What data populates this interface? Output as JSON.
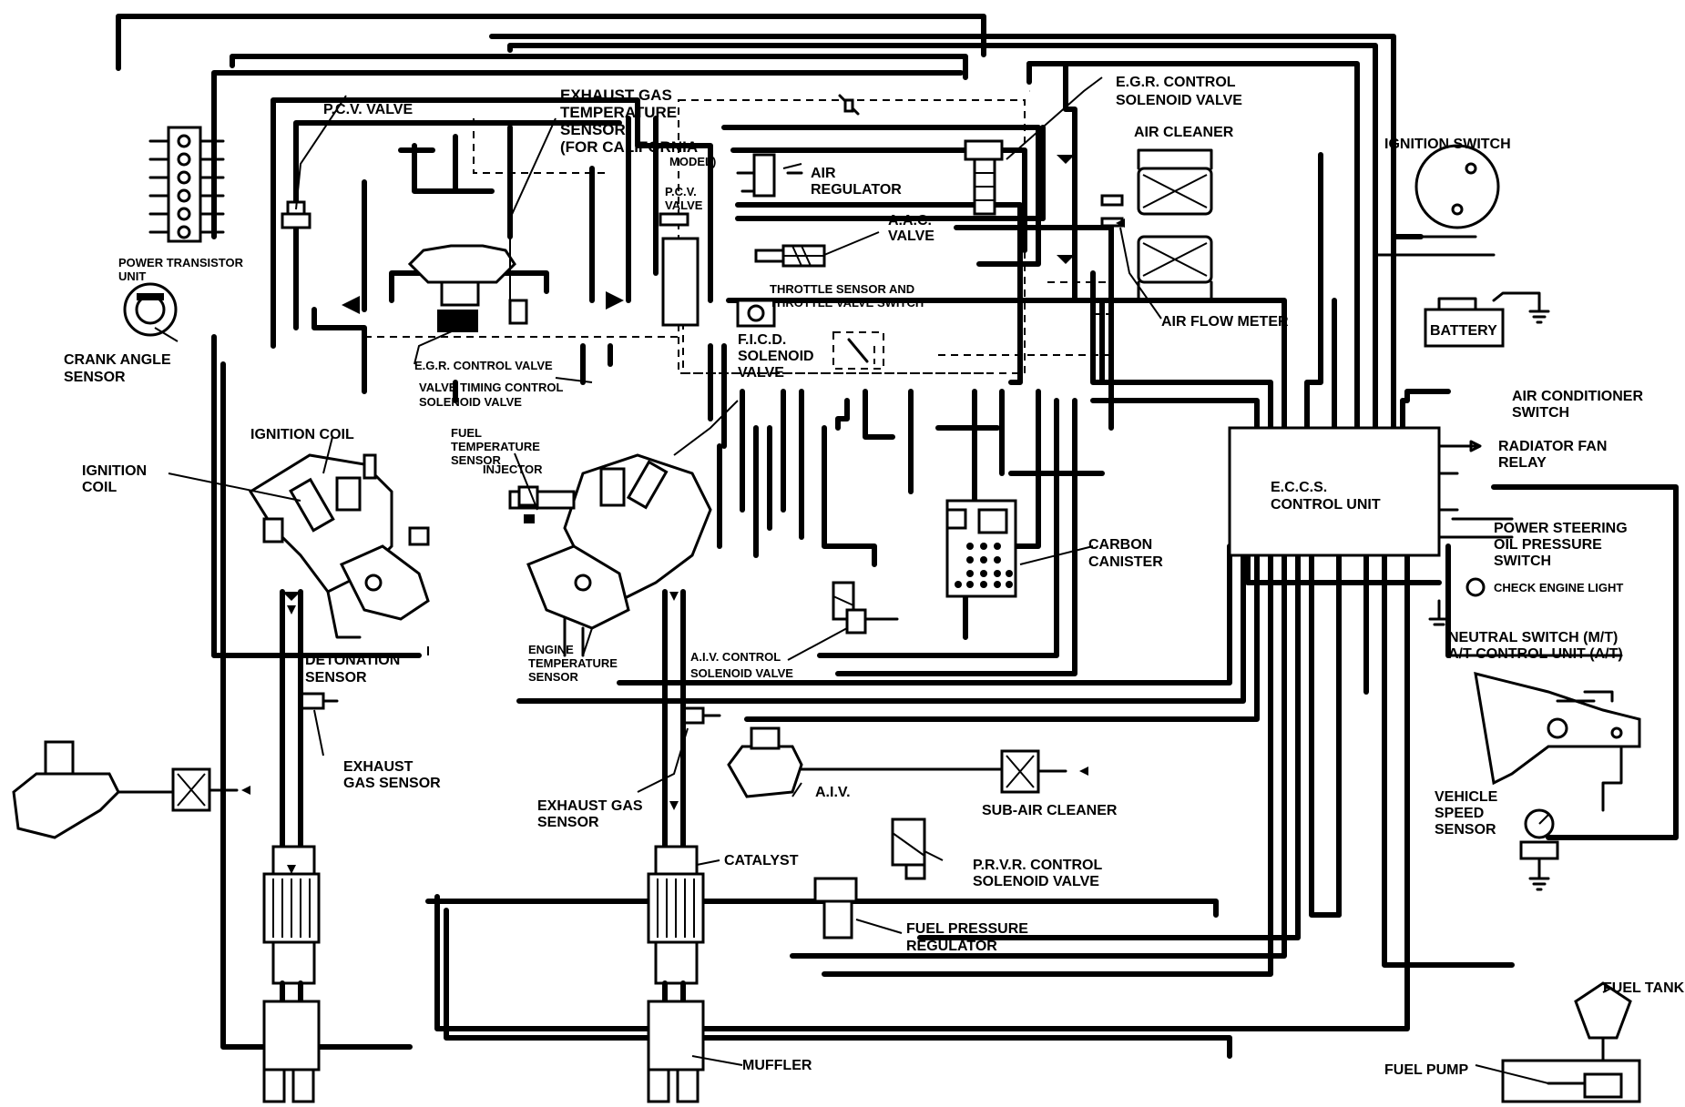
{
  "labels": {
    "pcv_valve_left": "P.C.V. VALVE",
    "exhaust_gas_temp_sensor": [
      "EXHAUST GAS",
      "TEMPERATURE",
      "SENSOR",
      "(FOR CALIFORNIA",
      "MODEL)"
    ],
    "egr_control_solenoid_valve": [
      "E.G.R. CONTROL",
      "SOLENOID VALVE"
    ],
    "air_cleaner": "AIR CLEANER",
    "ignition_switch": "IGNITION SWITCH",
    "air_regulator": [
      "AIR",
      "REGULATOR"
    ],
    "pcv_valve_center": [
      "P.C.V.",
      "VALVE"
    ],
    "aac_valve": [
      "A.A.C.",
      "VALVE"
    ],
    "throttle_sensor": [
      "THROTTLE SENSOR AND",
      "THROTTLE VALVE SWITCH"
    ],
    "power_transistor_unit": [
      "POWER TRANSISTOR",
      "UNIT"
    ],
    "air_flow_meter": "AIR FLOW METER",
    "battery": "BATTERY",
    "ficd_solenoid_valve": [
      "F.I.C.D.",
      "SOLENOID",
      "VALVE"
    ],
    "crank_angle_sensor": [
      "CRANK ANGLE",
      "SENSOR"
    ],
    "egr_control_valve": "E.G.R. CONTROL VALVE",
    "valve_timing_control": [
      "VALVE TIMING CONTROL",
      "SOLENOID VALVE"
    ],
    "air_conditioner_switch": [
      "AIR CONDITIONER",
      "SWITCH"
    ],
    "ignition_coil_top": "IGNITION COIL",
    "fuel_temperature_sensor": [
      "FUEL",
      "TEMPERATURE",
      "SENSOR"
    ],
    "injector": "INJECTOR",
    "radiator_fan_relay": [
      "RADIATOR FAN",
      "RELAY"
    ],
    "ignition_coil_left": [
      "IGNITION",
      "COIL"
    ],
    "eccs_control_unit": [
      "E.C.C.S.",
      "CONTROL UNIT"
    ],
    "carbon_canister": [
      "CARBON",
      "CANISTER"
    ],
    "power_steering_switch": [
      "POWER STEERING",
      "OIL PRESSURE",
      "SWITCH"
    ],
    "check_engine_light": "CHECK ENGINE LIGHT",
    "neutral_switch": [
      "NEUTRAL SWITCH (M/T)",
      "A/T CONTROL UNIT (A/T)"
    ],
    "detonation_sensor": [
      "DETONATION",
      "SENSOR"
    ],
    "engine_temperature_sensor": [
      "ENGINE",
      "TEMPERATURE",
      "SENSOR"
    ],
    "aiv_control_solenoid": [
      "A.I.V. CONTROL",
      "SOLENOID VALVE"
    ],
    "exhaust_gas_sensor_left": [
      "EXHAUST",
      "GAS SENSOR"
    ],
    "aiv": "A.I.V.",
    "exhaust_gas_sensor_center": [
      "EXHAUST GAS",
      "SENSOR"
    ],
    "sub_air_cleaner": "SUB-AIR CLEANER",
    "vehicle_speed_sensor": [
      "VEHICLE",
      "SPEED",
      "SENSOR"
    ],
    "catalyst": "CATALYST",
    "prvr_control_solenoid": [
      "P.R.V.R. CONTROL",
      "SOLENOID VALVE"
    ],
    "fuel_pressure_regulator": [
      "FUEL PRESSURE",
      "REGULATOR"
    ],
    "fuel_tank": "FUEL TANK",
    "fuel_pump": "FUEL PUMP",
    "muffler": "MUFFLER"
  }
}
